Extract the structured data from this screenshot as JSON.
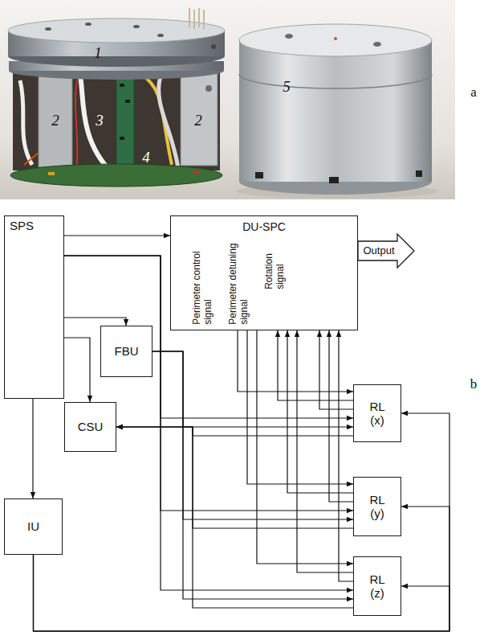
{
  "diagram": {
    "nodes": [
      {
        "text": [
          "SPS"
        ]
      },
      {
        "text": [
          "DU-SPC",
          "Perimeter control signal",
          "Perimeter detuning signal",
          "Rotation signal"
        ]
      },
      {
        "text": [
          "FBU"
        ]
      },
      {
        "text": [
          "CSU"
        ]
      },
      {
        "text": [
          "IU"
        ]
      },
      {
        "text": [
          "RL (x)"
        ]
      },
      {
        "text": [
          "RL (y)"
        ]
      },
      {
        "text": [
          "RL (z)"
        ]
      }
    ],
    "edges": [
      {
        "from": 0,
        "to": 1,
        "arrow": "to"
      },
      {
        "from": 0,
        "to": 2,
        "arrow": "to"
      },
      {
        "from": 0,
        "to": 3,
        "arrow": "to"
      },
      {
        "from": 0,
        "to": 4,
        "arrow": "to"
      },
      {
        "from": 0,
        "to": 5,
        "arrow": "to"
      },
      {
        "from": 0,
        "to": 6,
        "arrow": "to"
      },
      {
        "from": 0,
        "to": 7,
        "arrow": "to"
      },
      {
        "from": 2,
        "to": 5,
        "arrow": "to"
      },
      {
        "from": 2,
        "to": 6,
        "arrow": "to"
      },
      {
        "from": 2,
        "to": 7,
        "arrow": "to"
      },
      {
        "from": 1,
        "to": 5,
        "arrow": "to"
      },
      {
        "from": 1,
        "to": 6,
        "arrow": "to"
      },
      {
        "from": 1,
        "to": 7,
        "arrow": "to"
      },
      {
        "from": 5,
        "to": 1,
        "arrow": "to"
      },
      {
        "from": 6,
        "to": 1,
        "arrow": "to"
      },
      {
        "from": 7,
        "to": 1,
        "arrow": "to"
      },
      {
        "from": 5,
        "to": 1,
        "arrow": "to"
      },
      {
        "from": 6,
        "to": 1,
        "arrow": "to"
      },
      {
        "from": 7,
        "to": 1,
        "arrow": "to"
      },
      {
        "from": 5,
        "to": 3,
        "arrow": "to"
      },
      {
        "from": 6,
        "to": 3,
        "arrow": "to"
      },
      {
        "from": 7,
        "to": 3,
        "arrow": "to"
      },
      {
        "from": 4,
        "to": 5,
        "arrow": "to"
      },
      {
        "from": 4,
        "to": 6,
        "arrow": "to"
      },
      {
        "from": 4,
        "to": 7,
        "arrow": "to"
      }
    ],
    "labels": [
      "1",
      "2",
      "3",
      "2",
      "4",
      "5",
      "a",
      "Output",
      "b"
    ]
  }
}
